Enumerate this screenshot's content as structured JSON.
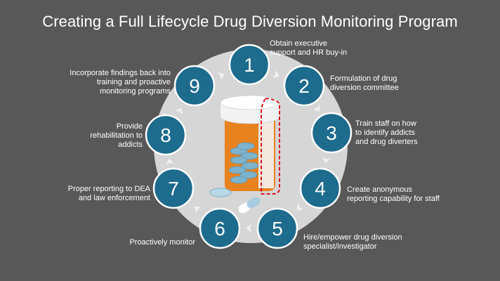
{
  "title": "Creating a Full Lifecycle Drug Diversion Monitoring Program",
  "colors": {
    "background": "#585858",
    "ring": "#d6d6d6",
    "circle_fill": "#1d6b8d",
    "circle_stroke": "#ffffff",
    "arrow": "#f2f2f2",
    "bottle": "#e8821e",
    "cap": "#f3f3f3",
    "pill": "#7eb3cc",
    "dashed_outline": "#d9141b"
  },
  "steps": [
    {
      "number": "1",
      "lines": [
        "Obtain executive",
        "support and HR buy-in"
      ]
    },
    {
      "number": "2",
      "lines": [
        "Formulation of drug",
        "diversion committee"
      ]
    },
    {
      "number": "3",
      "lines": [
        "Train staff on how",
        "to identify addicts",
        "and drug diverters"
      ]
    },
    {
      "number": "4",
      "lines": [
        "Create anonymous",
        "reporting capability for staff"
      ]
    },
    {
      "number": "5",
      "lines": [
        "Hire/empower drug diversion",
        "specialist/investigator"
      ]
    },
    {
      "number": "6",
      "lines": [
        "Proactively monitor"
      ]
    },
    {
      "number": "7",
      "lines": [
        "Proper reporting to DEA",
        "and law enforcement"
      ]
    },
    {
      "number": "8",
      "lines": [
        "Provide",
        "rehabilitation to",
        "addicts"
      ]
    },
    {
      "number": "9",
      "lines": [
        "Incorporate findings back into",
        "training and proactive",
        "monitoring programs"
      ]
    }
  ],
  "icons": {
    "center": "pill-bottle-icon",
    "arrow": "chevron-arrow-icon"
  }
}
